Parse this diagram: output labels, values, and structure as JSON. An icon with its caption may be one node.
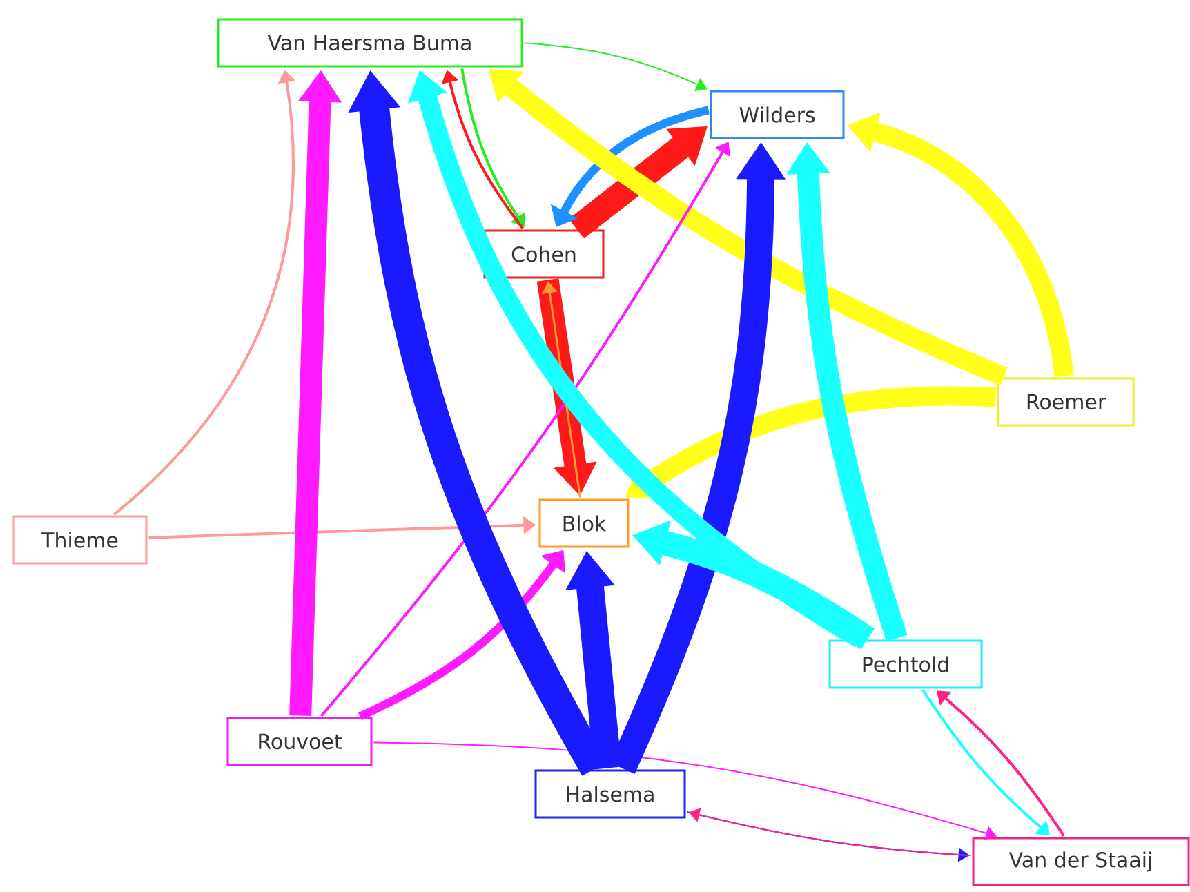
{
  "diagram": {
    "nodes": [
      {
        "text": [
          "Van Haersma Buma"
        ]
      },
      {
        "text": [
          "Wilders"
        ]
      },
      {
        "text": [
          "Cohen"
        ]
      },
      {
        "text": [
          "Roemer"
        ]
      },
      {
        "text": [
          "Thieme"
        ]
      },
      {
        "text": [
          "Blok"
        ]
      },
      {
        "text": [
          "Pechtold"
        ]
      },
      {
        "text": [
          "Rouvoet"
        ]
      },
      {
        "text": [
          "Halsema"
        ]
      },
      {
        "text": [
          "Van der Staaij"
        ]
      }
    ],
    "edges": [
      {
        "from": 0,
        "to": 1,
        "arrow": "to",
        "color": "#22ee22"
      },
      {
        "from": 0,
        "to": 2,
        "arrow": "to",
        "color": "#22ee22"
      },
      {
        "from": 2,
        "to": 0,
        "arrow": "to",
        "color": "#ff1a1a"
      },
      {
        "from": 2,
        "to": 1,
        "arrow": "to",
        "style": "thick",
        "color": "#ff1a1a"
      },
      {
        "from": 1,
        "to": 2,
        "arrow": "to",
        "color": "#1e90ff"
      },
      {
        "from": 2,
        "to": 5,
        "arrow": "to",
        "style": "thick",
        "color": "#ff1a1a"
      },
      {
        "from": 5,
        "to": 2,
        "arrow": "to",
        "color": "#ff9933"
      },
      {
        "from": 3,
        "to": 0,
        "arrow": "to",
        "style": "thick",
        "color": "#ffff1a"
      },
      {
        "from": 3,
        "to": 1,
        "arrow": "to",
        "style": "thick",
        "color": "#ffff1a"
      },
      {
        "from": 3,
        "to": 5,
        "arrow": "to",
        "style": "thick",
        "color": "#ffff1a"
      },
      {
        "from": 4,
        "to": 0,
        "arrow": "to",
        "color": "#ff9999"
      },
      {
        "from": 4,
        "to": 5,
        "arrow": "to",
        "color": "#ff9999"
      },
      {
        "from": 7,
        "to": 0,
        "arrow": "to",
        "style": "thick",
        "color": "#ff1aff"
      },
      {
        "from": 7,
        "to": 5,
        "arrow": "to",
        "color": "#ff1aff"
      },
      {
        "from": 7,
        "to": 1,
        "arrow": "to",
        "color": "#ff1aff"
      },
      {
        "from": 7,
        "to": 9,
        "arrow": "to",
        "color": "#ff1aff"
      },
      {
        "from": 8,
        "to": 0,
        "arrow": "to",
        "style": "thick",
        "color": "#1a1aff"
      },
      {
        "from": 8,
        "to": 1,
        "arrow": "to",
        "style": "thick",
        "color": "#1a1aff"
      },
      {
        "from": 8,
        "to": 5,
        "arrow": "to",
        "style": "thick",
        "color": "#1a1aff"
      },
      {
        "from": 8,
        "to": 9,
        "arrow": "to",
        "color": "#1a1aff"
      },
      {
        "from": 6,
        "to": 0,
        "arrow": "to",
        "style": "thick",
        "color": "#1affff"
      },
      {
        "from": 6,
        "to": 5,
        "arrow": "to",
        "style": "thick",
        "color": "#1affff"
      },
      {
        "from": 6,
        "to": 1,
        "arrow": "to",
        "style": "thick",
        "color": "#1affff"
      },
      {
        "from": 6,
        "to": 9,
        "arrow": "to",
        "color": "#1affff"
      },
      {
        "from": 9,
        "to": 8,
        "arrow": "to",
        "color": "#ff2288"
      },
      {
        "from": 9,
        "to": 6,
        "arrow": "to",
        "color": "#ff2288"
      }
    ]
  }
}
